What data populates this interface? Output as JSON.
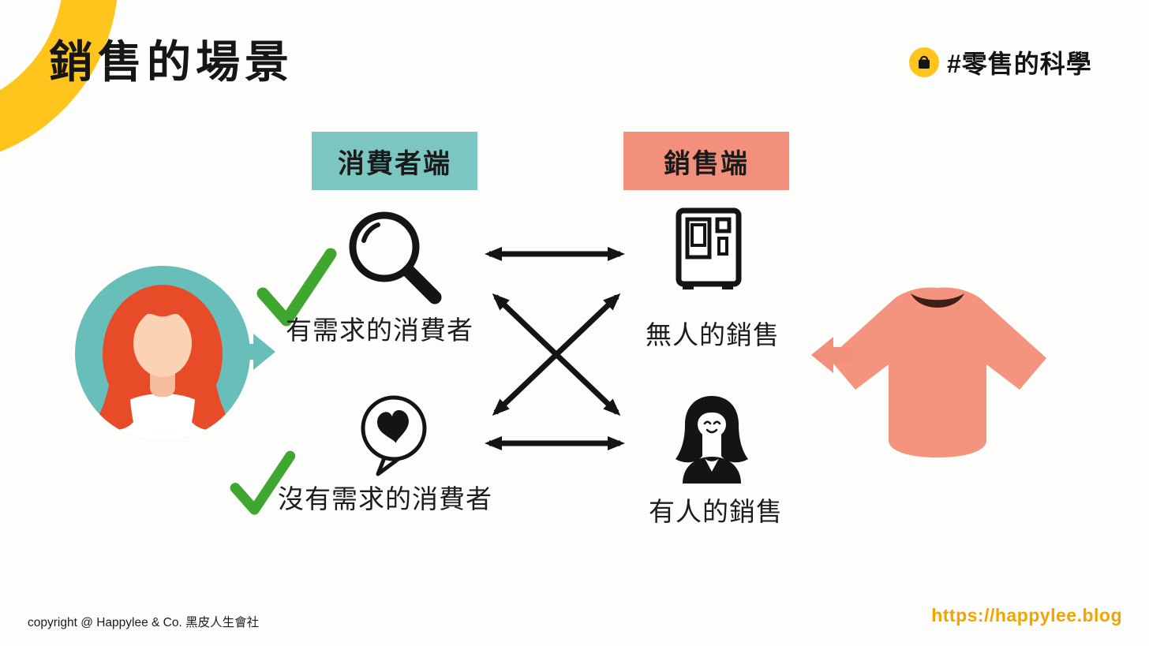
{
  "slide": {
    "title": "銷售的場景",
    "hashtag": "#零售的科學",
    "footer_left": "copyright @ Happylee & Co. 黑皮人生會社",
    "footer_right": "https://happylee.blog"
  },
  "columns": {
    "consumer": {
      "label": "消費者端",
      "bg_color": "#7cc6c2"
    },
    "seller": {
      "label": "銷售端",
      "bg_color": "#f2907c"
    }
  },
  "consumer_items": [
    {
      "label": "有需求的消費者",
      "icon": "magnifier-icon",
      "checked": true
    },
    {
      "label": "沒有需求的消費者",
      "icon": "heart-speech-bubble-icon",
      "checked": true
    }
  ],
  "seller_items": [
    {
      "label": "無人的銷售",
      "icon": "vending-machine-icon"
    },
    {
      "label": "有人的銷售",
      "icon": "salesperson-icon"
    }
  ],
  "connections": [
    {
      "from": "有需求的消費者",
      "to": "無人的銷售",
      "bidirectional": true
    },
    {
      "from": "沒有需求的消費者",
      "to": "有人的銷售",
      "bidirectional": true
    },
    {
      "from": "有需求的消費者",
      "to": "有人的銷售",
      "bidirectional": true
    },
    {
      "from": "沒有需求的消費者",
      "to": "無人的銷售",
      "bidirectional": true
    }
  ],
  "illustrations": {
    "left": "shopper-avatar-red-hair",
    "right": "salmon-tshirt"
  },
  "colors": {
    "accent_yellow": "#ffc51c",
    "consumer_teal": "#7cc6c2",
    "avatar_teal": "#68bfba",
    "seller_salmon": "#f2907c",
    "tshirt_salmon": "#f4937e",
    "check_green": "#3fa72f",
    "arrow_black": "#141414",
    "link_gold": "#f2a400"
  }
}
